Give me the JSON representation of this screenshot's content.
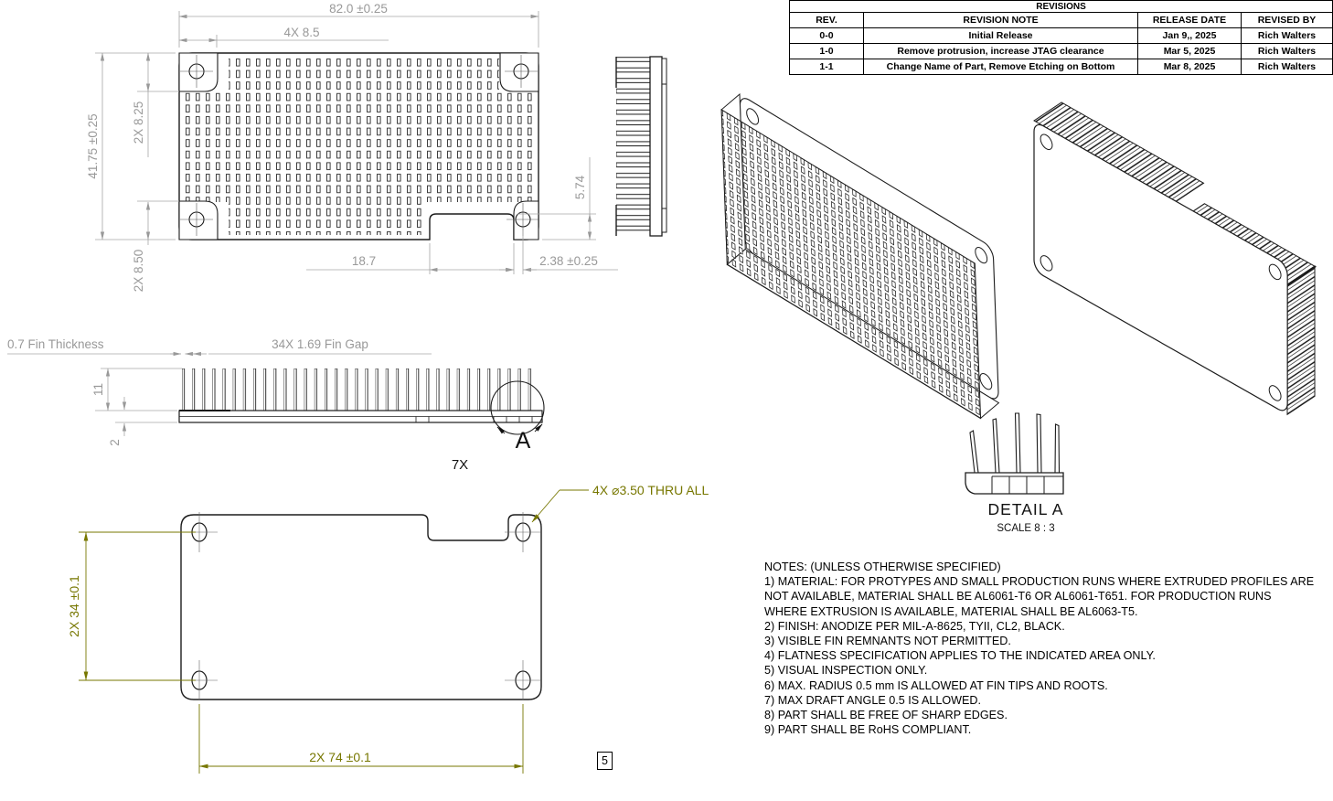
{
  "revisions": {
    "title": "REVISIONS",
    "headers": [
      "REV.",
      "REVISION NOTE",
      "RELEASE DATE",
      "REVISED BY"
    ],
    "rows": [
      {
        "rev": "0-0",
        "note": "Initial Release",
        "date": "Jan 9,, 2025",
        "by": "Rich Walters"
      },
      {
        "rev": "1-0",
        "note": "Remove protrusion, increase JTAG clearance",
        "date": "Mar 5, 2025",
        "by": "Rich Walters"
      },
      {
        "rev": "1-1",
        "note": "Change Name of Part, Remove Etching on Bottom",
        "date": "Mar 8, 2025",
        "by": "Rich Walters"
      }
    ]
  },
  "dims": {
    "top_width": "82.0 ±0.25",
    "hole_offset": "4X 8.5",
    "height": "41.75 ±0.25",
    "hole_top": "2X 8.25",
    "hole_bottom": "2X 8.50",
    "notch_width": "18.7",
    "notch_offset": "2.38 ±0.25",
    "tab": "5.74",
    "fin_thickness": "0.7 Fin Thickness",
    "fin_gap": "34X 1.69 Fin Gap",
    "fin_height": "11",
    "base_thickness": "2",
    "fin_count": "7X",
    "hole_pitch_y": "2X 34 ±0.1",
    "hole_pitch_x": "2X 74 ±0.1",
    "hole_callout": "4X  ⌀3.50 THRU ALL",
    "flag": "5"
  },
  "detail": {
    "arrow_label": "A",
    "title": "DETAIL A",
    "scale": "SCALE 8 : 3"
  },
  "notes": {
    "lines": [
      "NOTES: (UNLESS OTHERWISE SPECIFIED)",
      "1) MATERIAL: FOR PROTYPES AND SMALL PRODUCTION RUNS WHERE EXTRUDED PROFILES ARE",
      "NOT AVAILABLE, MATERIAL SHALL BE AL6061-T6 OR AL6061-T651. FOR PRODUCTION RUNS",
      "WHERE EXTRUSION IS AVAILABLE, MATERIAL SHALL BE AL6063-T5.",
      "2) FINISH: ANODIZE PER MIL-A-8625, TYII, CL2, BLACK.",
      "3) VISIBLE FIN REMNANTS NOT PERMITTED.",
      "4) FLATNESS SPECIFICATION APPLIES TO THE INDICATED AREA ONLY.",
      "5) VISUAL INSPECTION ONLY.",
      "6) MAX. RADIUS 0.5 mm IS ALLOWED AT FIN TIPS AND ROOTS.",
      "7) MAX DRAFT ANGLE 0.5 IS ALLOWED.",
      "8) PART SHALL BE FREE OF SHARP EDGES.",
      "9) PART SHALL BE RoHS COMPLIANT."
    ]
  }
}
